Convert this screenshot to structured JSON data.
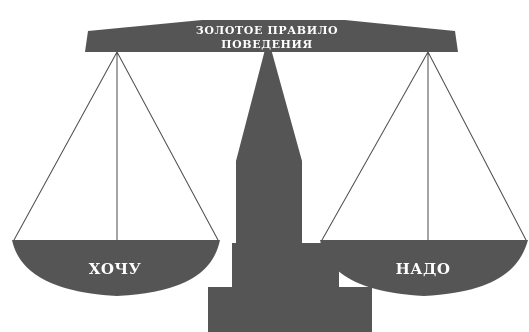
{
  "diagram": {
    "beam_title": {
      "line1": "ЗОЛОТОЕ ПРАВИЛО",
      "line2": "ПОВЕДЕНИЯ"
    },
    "left_pan_label": "ХОЧУ",
    "right_pan_label": "НАДО"
  },
  "colors": {
    "shape_fill": "#555555",
    "text": "#ffffff",
    "strings": "#4a4a4a",
    "background": "#ffffff"
  }
}
